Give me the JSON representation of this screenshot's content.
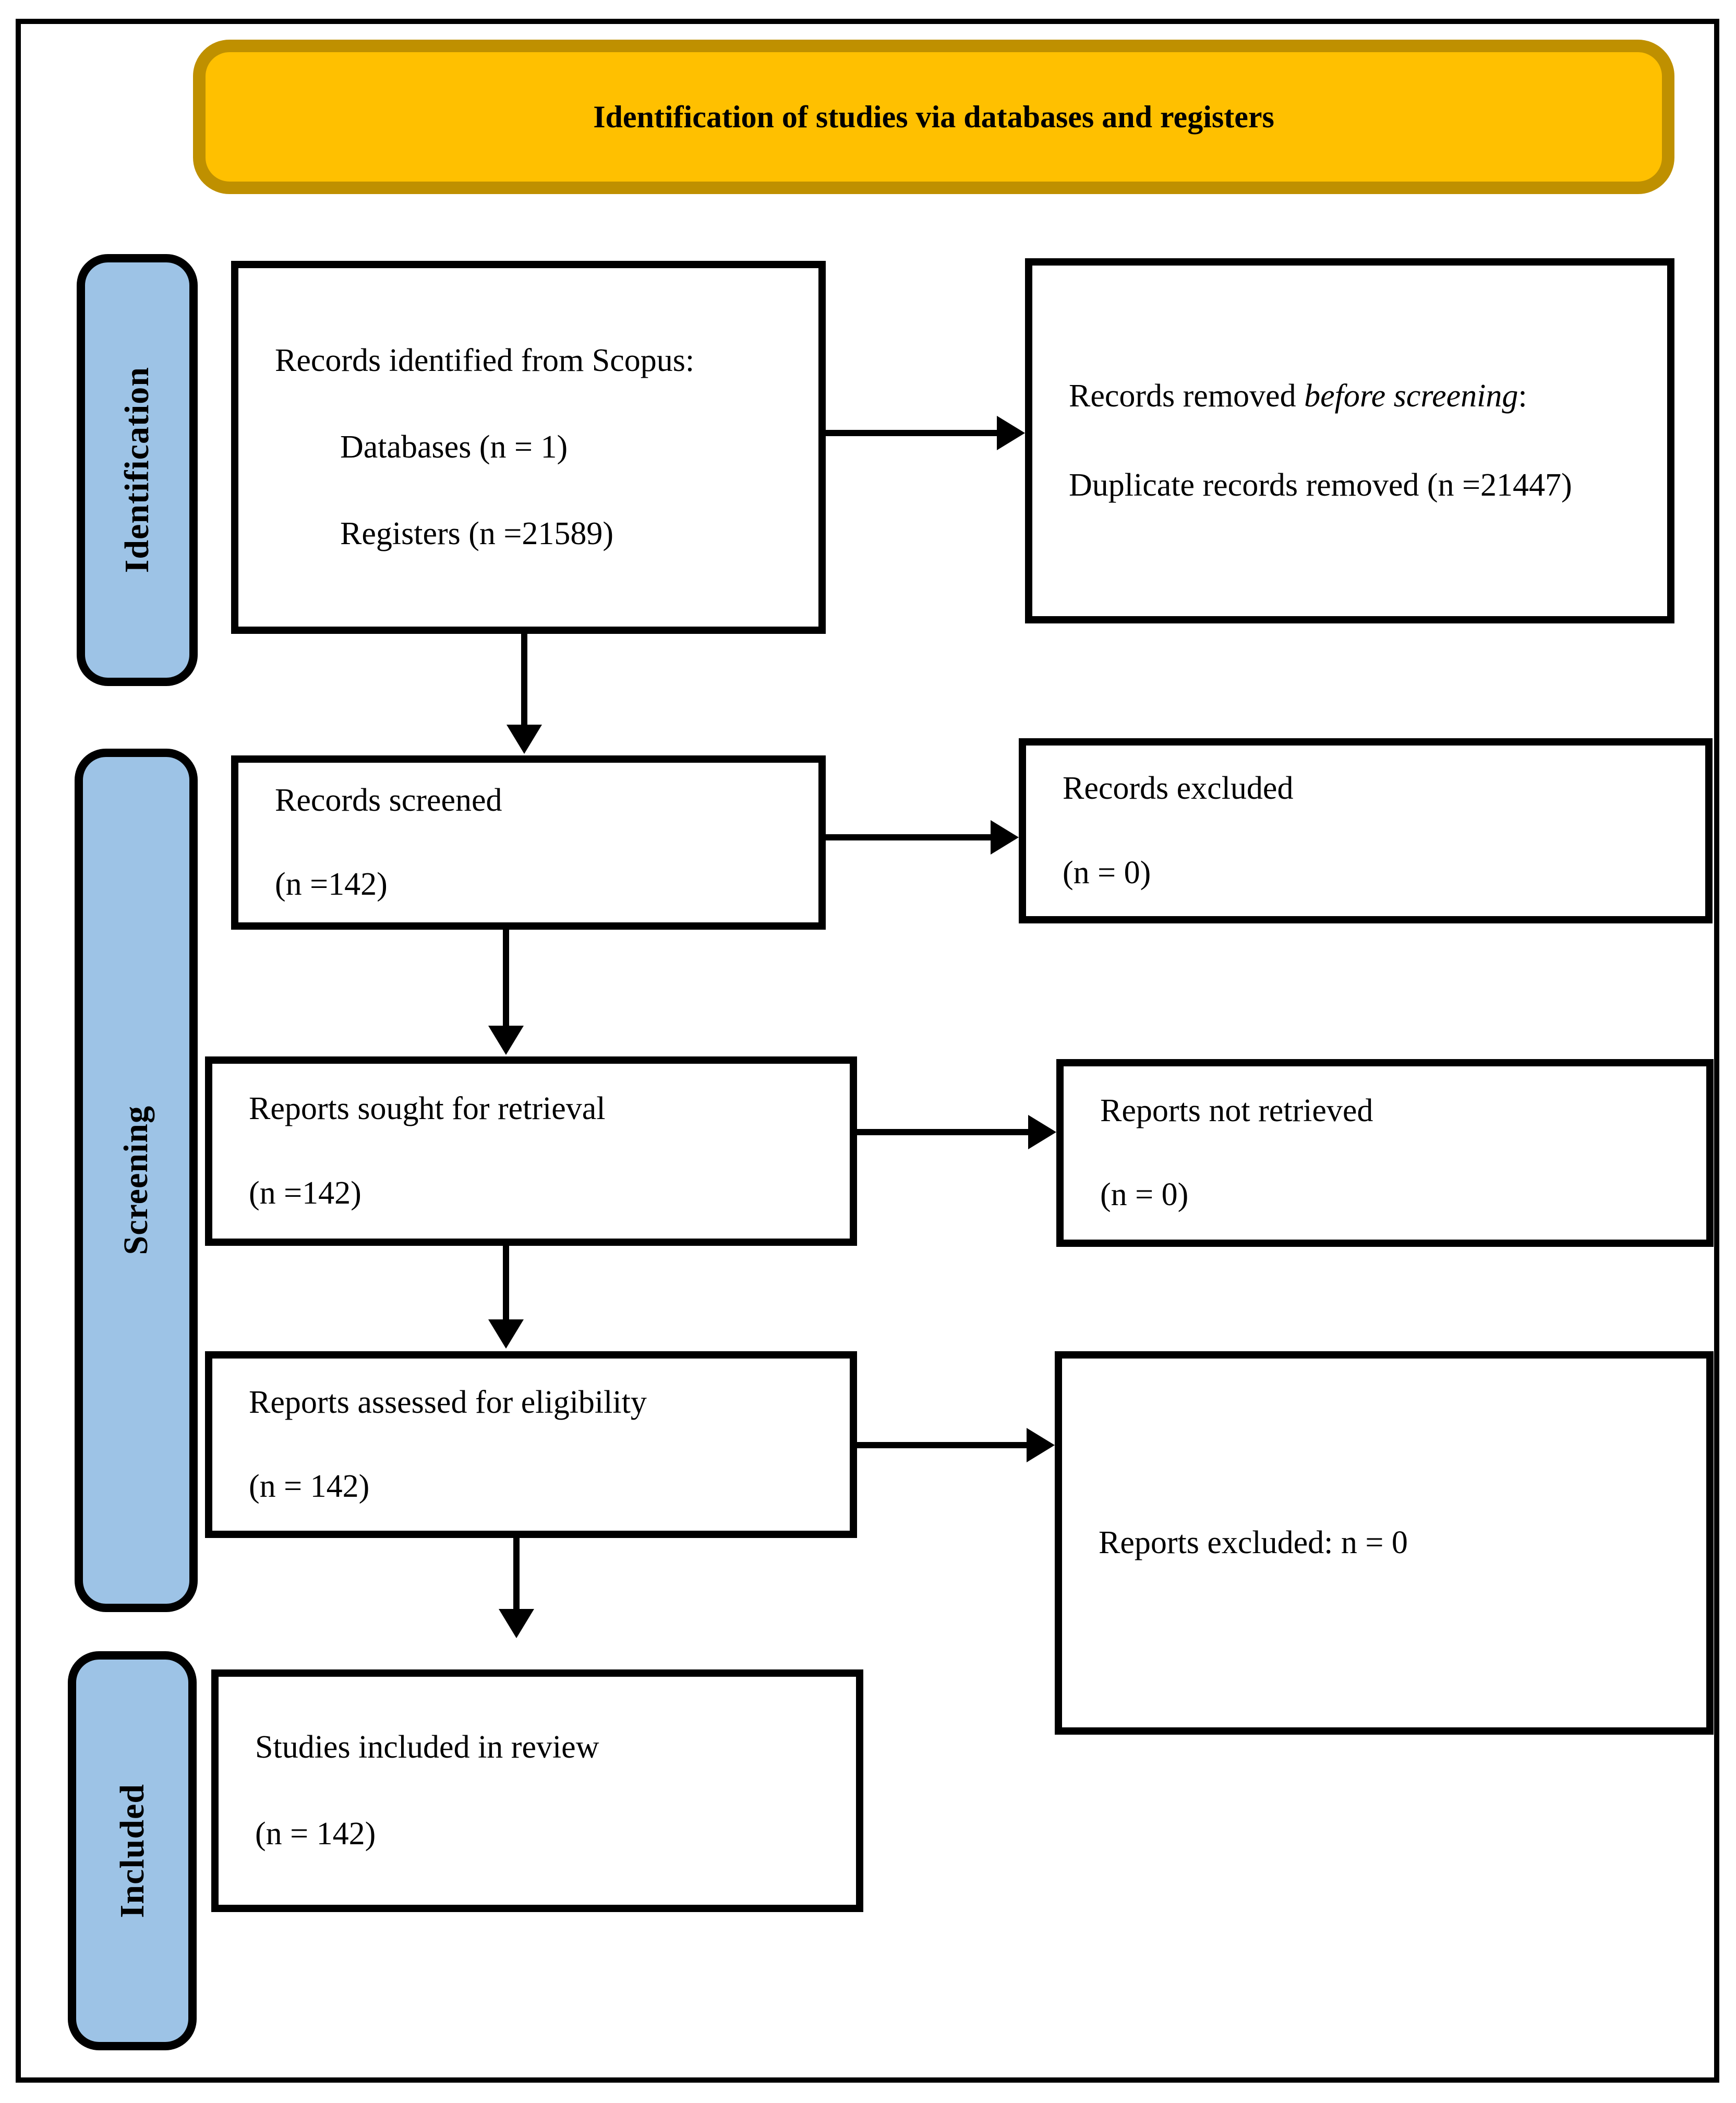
{
  "title": "Identification of studies via databases and registers",
  "stages": [
    {
      "label": "Identification"
    },
    {
      "label": "Screening"
    },
    {
      "label": "Included"
    }
  ],
  "boxes": {
    "identified": {
      "line1": "Records identified from Scopus:",
      "line2": "Databases (n = 1)",
      "line3": "Registers (n =21589)"
    },
    "removed": {
      "line1_prefix": "Records removed ",
      "line1_italic": "before screening",
      "line1_suffix": ":",
      "line2": "Duplicate records removed (n =21447)"
    },
    "screened": {
      "line1": "Records screened",
      "line2": "(n =142)"
    },
    "excluded": {
      "line1": "Records excluded",
      "line2": "(n = 0)"
    },
    "sought": {
      "line1": "Reports sought for retrieval",
      "line2": "(n =142)"
    },
    "not_retrieved": {
      "line1": "Reports not retrieved",
      "line2": "(n = 0)"
    },
    "assessed": {
      "line1": "Reports assessed for eligibility",
      "line2": "(n = 142)"
    },
    "reports_excluded": {
      "line1": "Reports excluded: n = 0"
    },
    "included": {
      "line1": "Studies included in review",
      "line2": "(n = 142)"
    }
  },
  "colors": {
    "banner_fill": "#FFC000",
    "banner_border": "#BF9000",
    "stage_fill": "#9DC3E6",
    "stage_border": "#000000",
    "box_border": "#000000"
  }
}
